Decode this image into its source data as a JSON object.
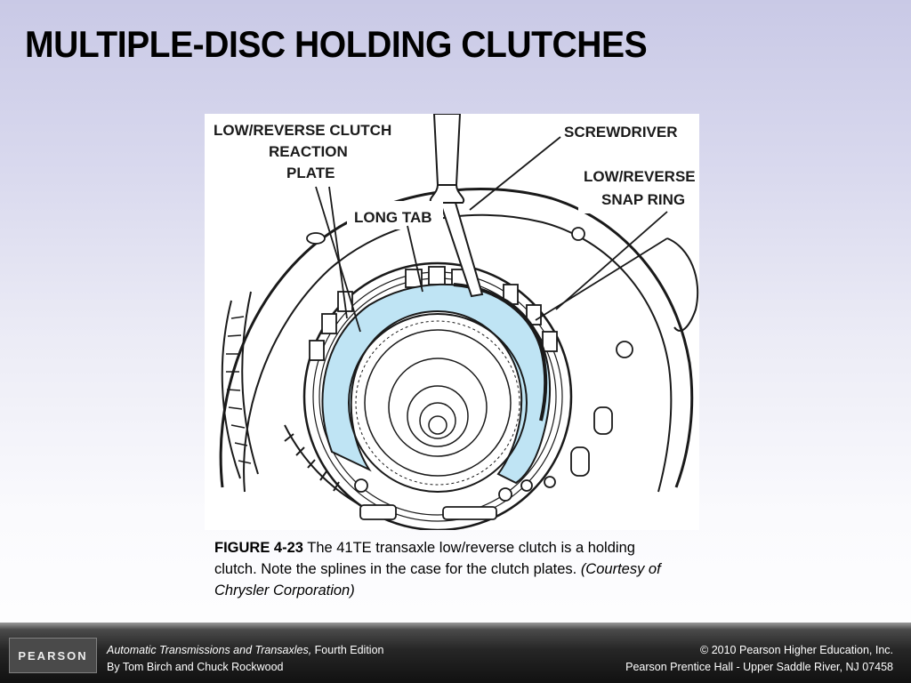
{
  "slide": {
    "title": "MULTIPLE-DISC HOLDING CLUTCHES"
  },
  "figure": {
    "callouts": {
      "reaction_plate_line1": "LOW/REVERSE CLUTCH",
      "reaction_plate_line2": "REACTION",
      "reaction_plate_line3": "PLATE",
      "screwdriver": "SCREWDRIVER",
      "snap_ring_line1": "LOW/REVERSE",
      "snap_ring_line2": "SNAP RING",
      "long_tab": "LONG TAB"
    },
    "colors": {
      "highlight": "#bfe4f4",
      "ink": "#1a1a1a"
    }
  },
  "caption": {
    "figure_number": "FIGURE 4-23",
    "text": " The 41TE transaxle low/reverse clutch is a holding clutch. Note the splines in the case for the clutch plates. ",
    "credit": "(Courtesy of Chrysler Corporation)"
  },
  "footer": {
    "logo": "PEARSON",
    "book_title": "Automatic Transmissions and Transaxles,",
    "edition": " Fourth Edition",
    "authors": "By Tom Birch and Chuck Rockwood",
    "copyright": "© 2010 Pearson Higher Education, Inc.",
    "publisher": "Pearson Prentice Hall - Upper Saddle River, NJ 07458"
  }
}
